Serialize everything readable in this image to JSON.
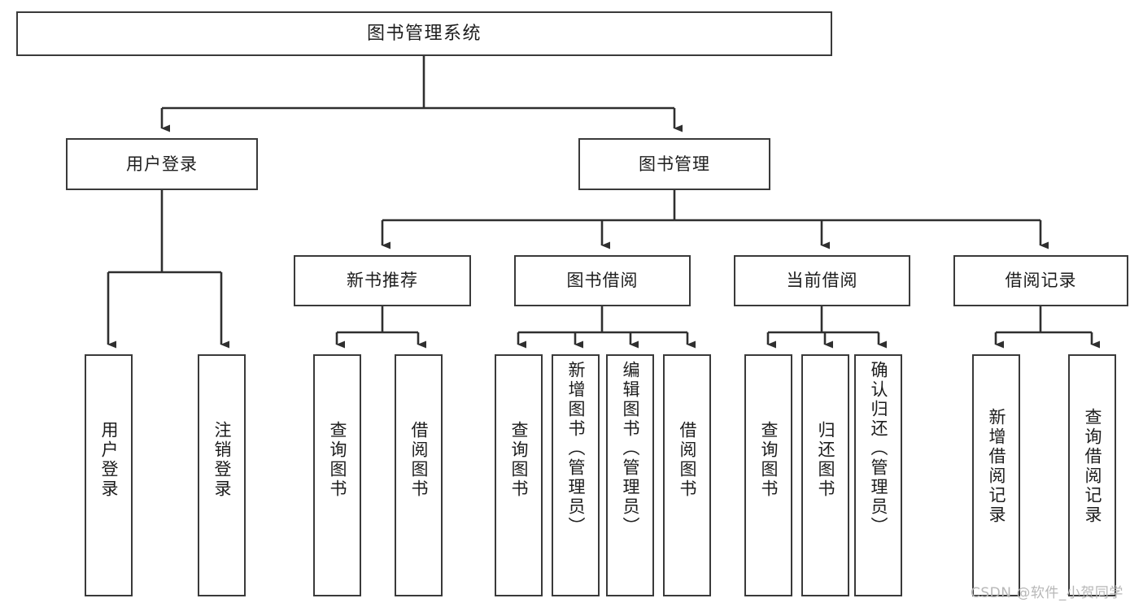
{
  "diagram": {
    "title": "图书管理系统",
    "watermark": "CSDN @软件_小贺同学",
    "colors": {
      "box_border": "#3a3a3a",
      "box_fill": "#ffffff",
      "line": "#2f2f2f",
      "text": "#1d1d1d",
      "watermark": "#b7b7b7",
      "background": "#ffffff"
    },
    "root": {
      "label": "图书管理系统"
    },
    "level2": [
      {
        "label": "用户登录"
      },
      {
        "label": "图书管理"
      }
    ],
    "level3": [
      {
        "label": "新书推荐"
      },
      {
        "label": "图书借阅"
      },
      {
        "label": "当前借阅"
      },
      {
        "label": "借阅记录"
      }
    ],
    "leaves": {
      "user_login": [
        {
          "label": "用户登录"
        },
        {
          "label": "注销登录"
        }
      ],
      "new_book_recommend": [
        {
          "label": "查询图书"
        },
        {
          "label": "借阅图书"
        }
      ],
      "book_borrow": [
        {
          "label": "查询图书"
        },
        {
          "label": "新增图书（管理员）"
        },
        {
          "label": "编辑图书（管理员）"
        },
        {
          "label": "借阅图书"
        }
      ],
      "current_borrow": [
        {
          "label": "查询图书"
        },
        {
          "label": "归还图书"
        },
        {
          "label": "确认归还（管理员）"
        }
      ],
      "borrow_record": [
        {
          "label": "新增借阅记录"
        },
        {
          "label": "查询借阅记录"
        }
      ]
    }
  }
}
